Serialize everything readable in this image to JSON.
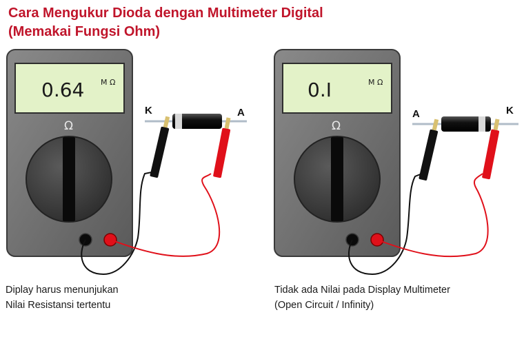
{
  "title": {
    "line1": "Cara Mengukur Dioda  dengan Multimeter Digital",
    "line2": "(Memakai Fungsi Ohm)"
  },
  "meters": [
    {
      "display_value": "0.64",
      "display_unit": "M Ω",
      "dial_symbol": "Ω",
      "lead_left_label": "K",
      "lead_right_label": "A",
      "caption_line1": "Diplay harus menunjukan",
      "caption_line2": "Nilai Resistansi tertentu"
    },
    {
      "display_value": "0.I",
      "display_unit": "M Ω",
      "dial_symbol": "Ω",
      "lead_left_label": "A",
      "lead_right_label": "K",
      "caption_line1": "Tidak ada Nilai pada Display Multimeter",
      "caption_line2": "(Open Circuit / Infinity)"
    }
  ],
  "colors": {
    "title": "#c0152b",
    "meter_body": "#6e6e6e",
    "meter_display": "#e3f2c8",
    "probe_black": "#111111",
    "probe_red": "#e0101a"
  }
}
